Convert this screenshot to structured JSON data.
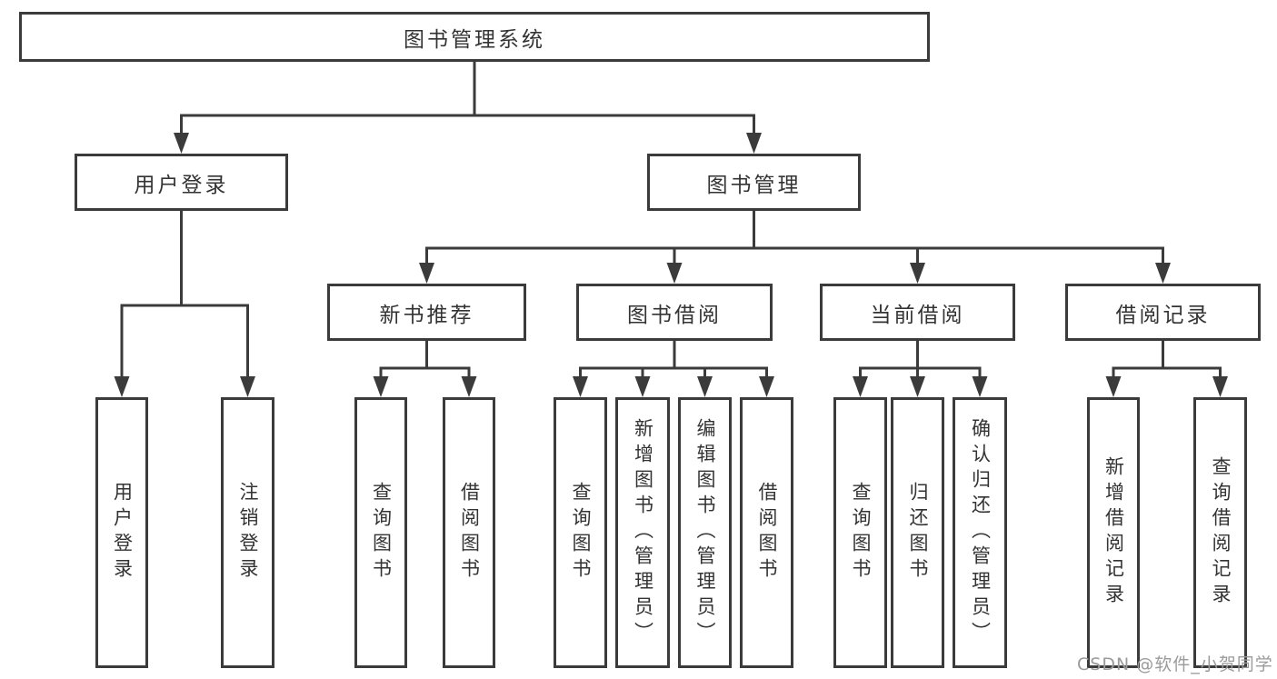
{
  "diagram": {
    "root": "图书管理系统",
    "user_login": {
      "label": "用户登录",
      "children": [
        "用户登录",
        "注销登录"
      ]
    },
    "book_management": {
      "label": "图书管理",
      "sections": [
        {
          "label": "新书推荐",
          "children": [
            "查询图书",
            "借阅图书"
          ]
        },
        {
          "label": "图书借阅",
          "children": [
            "查询图书",
            "新增图书（管理员）",
            "编辑图书（管理员）",
            "借阅图书"
          ]
        },
        {
          "label": "当前借阅",
          "children": [
            "查询图书",
            "归还图书",
            "确认归还（管理员）"
          ]
        },
        {
          "label": "借阅记录",
          "children": [
            "新增借阅记录",
            "查询借阅记录"
          ]
        }
      ]
    }
  },
  "watermark": "CSDN @软件_小贺同学",
  "colors": {
    "line": "#3b3b3b",
    "text": "#333333",
    "watermark": "#9b9b9b",
    "background": "#ffffff"
  }
}
